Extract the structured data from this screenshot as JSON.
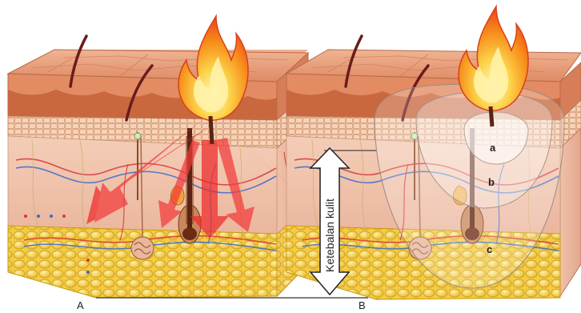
{
  "labels": {
    "panel_a": "A",
    "panel_b": "B",
    "thickness": "Ketebalan kulit",
    "zone_a": "a",
    "zone_b": "b",
    "zone_c": "c"
  },
  "colors": {
    "epidermis_top": "#e9a07f",
    "epidermis_dark": "#c8683f",
    "dermis": "#f2c9b4",
    "fat": "#f0c437",
    "fat_outline": "#c89a10",
    "hair": "#6b1c1c",
    "vessel_red": "#d8363b",
    "vessel_blue": "#3c6ad0",
    "heat_arrow": "#ee2a2a",
    "flame_outer": "#f15a1a",
    "flame_mid": "#f9a21a",
    "flame_inner": "#fff3b0"
  },
  "icons": [
    "flame-icon",
    "double-arrow-icon",
    "heat-arrow-icon",
    "hair-icon"
  ]
}
